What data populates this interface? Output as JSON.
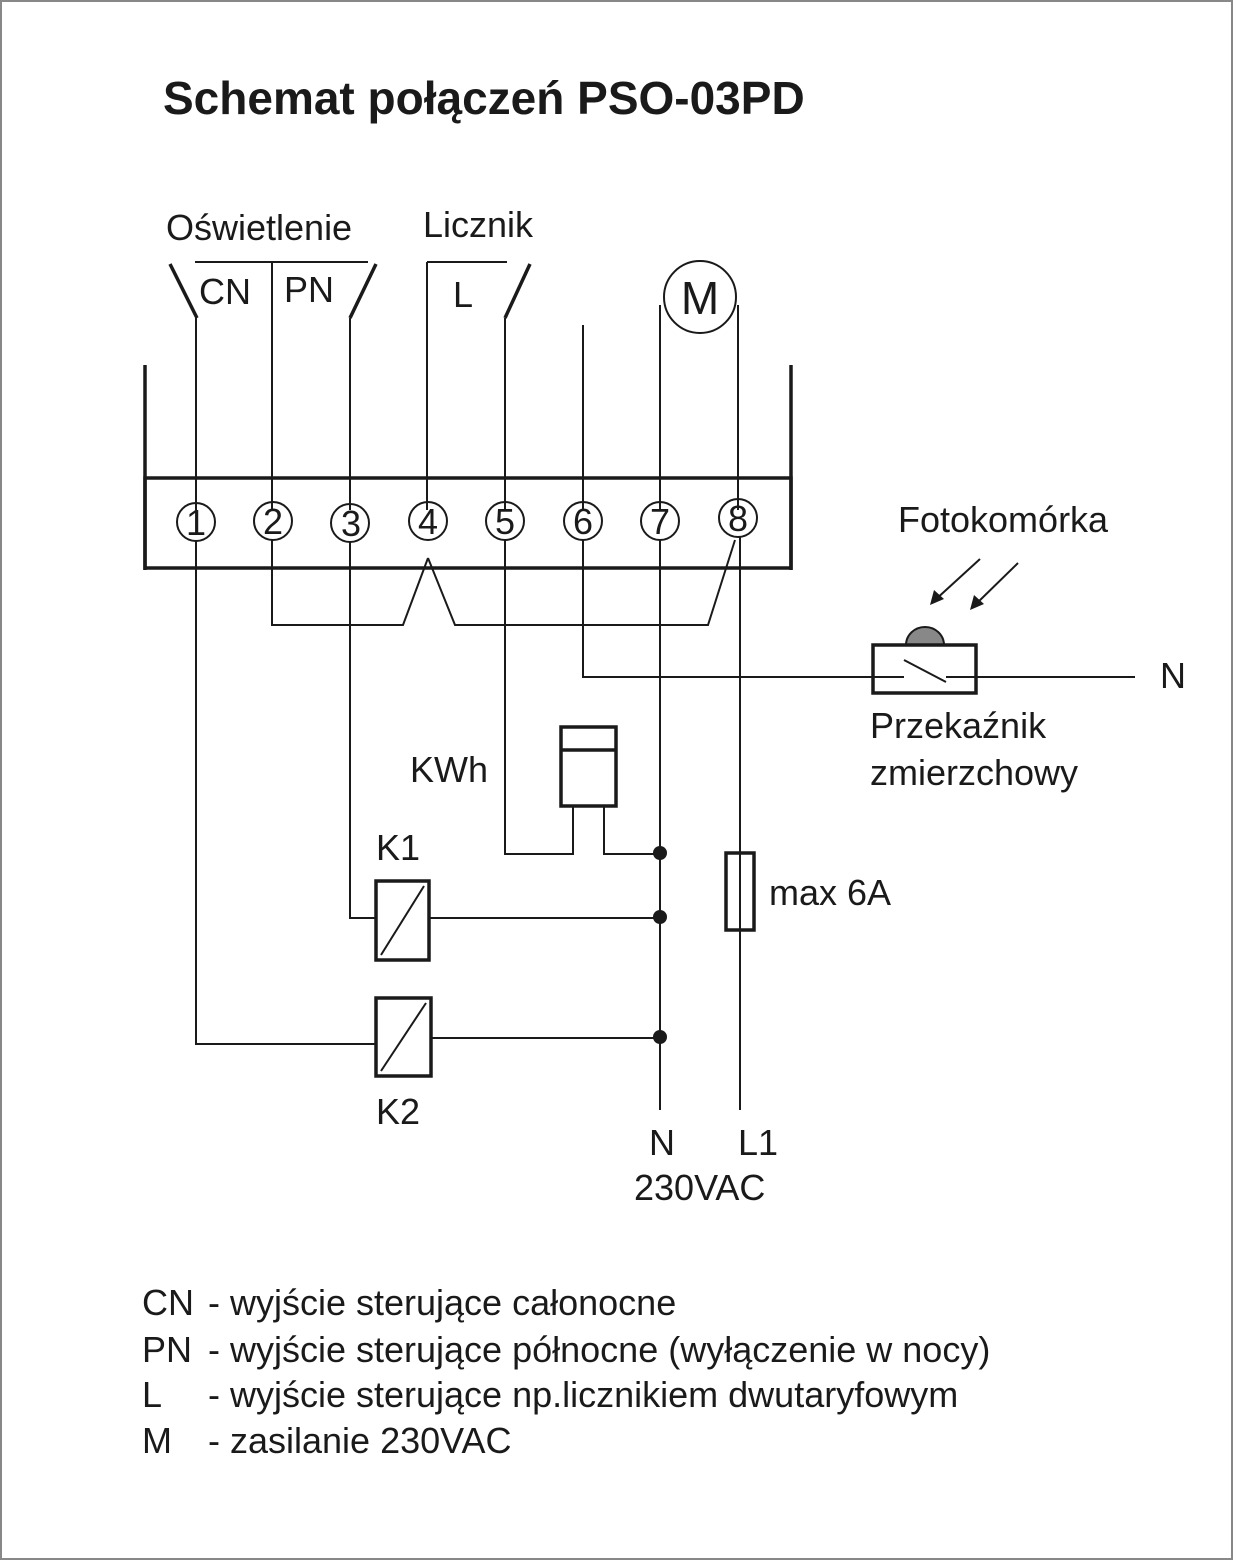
{
  "title": "Schemat połączeń PSO-03PD",
  "labels": {
    "group_lighting": "Oświetlenie",
    "group_meter": "Licznik",
    "out_cn": "CN",
    "out_pn": "PN",
    "out_l": "L",
    "motor": "M",
    "photocell": "Fotokomórka",
    "relay_name_line1": "Przekaźnik",
    "relay_name_line2": "zmierzchowy",
    "n_right": "N",
    "kwh": "KWh",
    "k1": "K1",
    "k2": "K2",
    "fuse": "max 6A",
    "supply_n": "N",
    "supply_l1": "L1",
    "supply_voltage": "230VAC"
  },
  "terminals": [
    "1",
    "2",
    "3",
    "4",
    "5",
    "6",
    "7",
    "8"
  ],
  "legend": [
    {
      "key": "CN",
      "text": "- wyjście sterujące całonocne"
    },
    {
      "key": "PN",
      "text": "- wyjście sterujące północne (wyłączenie w nocy)"
    },
    {
      "key": "L",
      "text": "- wyjście sterujące np.licznikiem dwutaryfowym"
    },
    {
      "key": "M",
      "text": "- zasilanie 230VAC"
    }
  ]
}
